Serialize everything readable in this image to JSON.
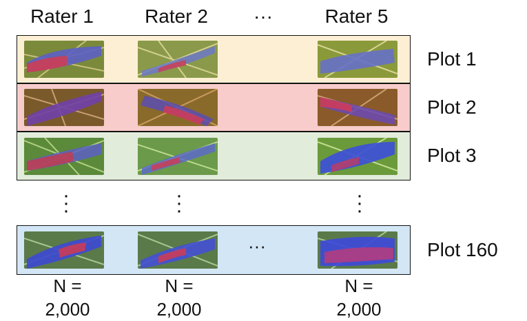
{
  "headers": {
    "rater1": "Rater 1",
    "rater2": "Rater 2",
    "ellipsis": "···",
    "rater5": "Rater 5"
  },
  "rows": [
    {
      "label": "Plot 1",
      "bg": "#fcefd3"
    },
    {
      "label": "Plot 2",
      "bg": "#f7cccb"
    },
    {
      "label": "Plot 3",
      "bg": "#e2ecda"
    },
    {
      "label": "Plot 160",
      "bg": "#d3e6f6"
    }
  ],
  "gap_dots": "⋮",
  "last_row_ellipsis": "···",
  "counts": [
    {
      "line1": "N =",
      "line2": "2,000"
    },
    {
      "line1": "N =",
      "line2": "2,000"
    },
    {
      "line1": "N =",
      "line2": "2,000"
    }
  ],
  "colors": {
    "overlay_blue": "#4a56d8",
    "overlay_red": "#d83a52",
    "background_grass": "#7e8a3a"
  }
}
